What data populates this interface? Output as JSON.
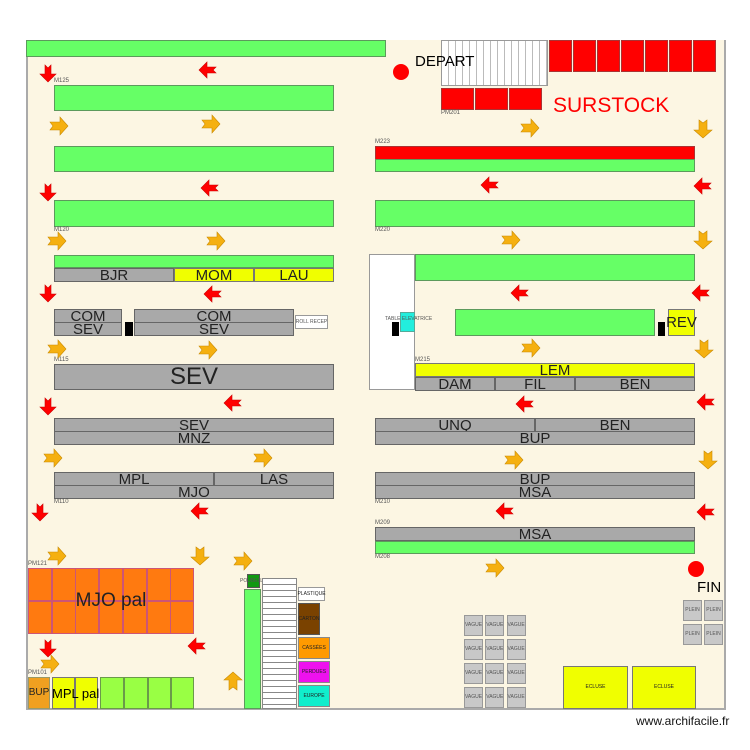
{
  "colors": {
    "rack": "#66ff66",
    "blocked": "#ff0000",
    "gray": "#a9a9a9",
    "yellow": "#f0ff00",
    "orange": "#ff7a10",
    "background": "#fcf6e3",
    "flow_arrow": "#f5b010",
    "return_arrow": "#ff0000"
  },
  "markers": {
    "start": "DEPART",
    "end": "FIN",
    "surstock": "SURSTOCK"
  },
  "labels": {
    "m125": "M125",
    "m120": "M120",
    "m115": "M115",
    "m110": "M110",
    "m223": "M223",
    "m220": "M220",
    "m215": "M215",
    "m210": "M210",
    "m209": "M209",
    "m208": "M208",
    "pm201": "PM201",
    "pm121": "PM121",
    "pm101": "PM101"
  },
  "left": {
    "bjr": "BJR",
    "mom": "MOM",
    "lau": "LAU",
    "com1": "COM",
    "sev1": "SEV",
    "com2": "COM",
    "sev2": "SEV",
    "roll": "ROLL RECEP",
    "sev_big": "SEV",
    "sev3": "SEV",
    "mnz": "MNZ",
    "mpl": "MPL",
    "las": "LAS",
    "mjo": "MJO"
  },
  "right": {
    "table": "TABLE ELEVATRICE",
    "rev": "REV",
    "lem": "LEM",
    "dam": "DAM",
    "fil": "FIL",
    "ben1": "BEN",
    "unq": "UNQ",
    "ben2": "BEN",
    "bup1": "BUP",
    "bup2": "BUP",
    "msa1": "MSA",
    "msa2": "MSA"
  },
  "bottom": {
    "mjo_pal": "MJO pal",
    "bup": "BUP",
    "mpl_pal": "MPL pal",
    "poubelle": "POUBELLE",
    "plastique": "PLASTIQUE",
    "carton": "CARTON",
    "cassees": "CASSÉES",
    "perdues": "PERDUES",
    "europe": "EUROPE",
    "vague": "VAGUE",
    "plein": "PLEIN",
    "ecluse": "ECLUSE"
  },
  "watermark": "www.archifacile.fr"
}
